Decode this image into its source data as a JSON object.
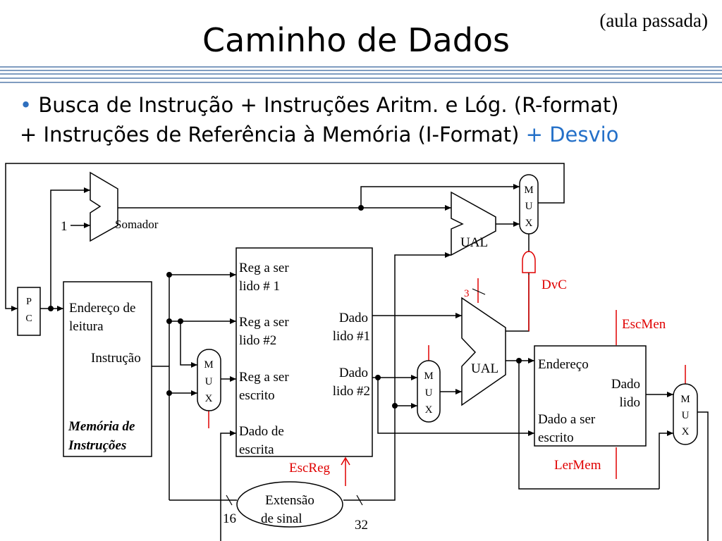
{
  "slide": {
    "title": "Caminho de Dados",
    "corner_note": "(aula passada)",
    "bullet_line1": "Busca de Instrução + Instruções Aritm. e Lóg. (R-format)",
    "bullet_line2": "+ Instruções de Referência à Memória (I-Format)",
    "bullet_line2_highlight": "+ Desvio",
    "colors": {
      "highlight_text": "#2470c8",
      "control": "#e00000",
      "rules": "#7f9cc0"
    }
  },
  "diagram": {
    "pc": {
      "line1": "P",
      "line2": "C"
    },
    "const_one": "1",
    "adder": "Somador",
    "instr_mem": {
      "addr1": "Endereço de",
      "addr2": "leitura",
      "out": "Instrução",
      "name1": "Memória de",
      "name2": "Instruções"
    },
    "regfile": {
      "r1a": "Reg a ser",
      "r1b": "lido # 1",
      "r2a": "Reg a ser",
      "r2b": "lido #2",
      "wra": "Reg a ser",
      "wrb": "escrito",
      "wda": "Dado de",
      "wdb": "escrita",
      "rd1a": "Dado",
      "rd1b": "lido #1",
      "rd2a": "Dado",
      "rd2b": "lido #2"
    },
    "mux": {
      "m": "M",
      "u": "U",
      "x": "X"
    },
    "alu_label": "UAL",
    "branch_alu_label": "UAL",
    "sign_ext": {
      "line1": "Extensão",
      "line2": "de sinal"
    },
    "bits_in": "16",
    "bits_out": "32",
    "alu_op_bits": "3",
    "data_mem": {
      "addr": "Endereço",
      "rd1": "Dado",
      "rd2": "lido",
      "wd1": "Dado a ser",
      "wd2": "escrito"
    },
    "signals": {
      "esc_reg": "EscReg",
      "dvc": "DvC",
      "esc_men": "EscMen",
      "ler_mem": "LerMem"
    }
  }
}
